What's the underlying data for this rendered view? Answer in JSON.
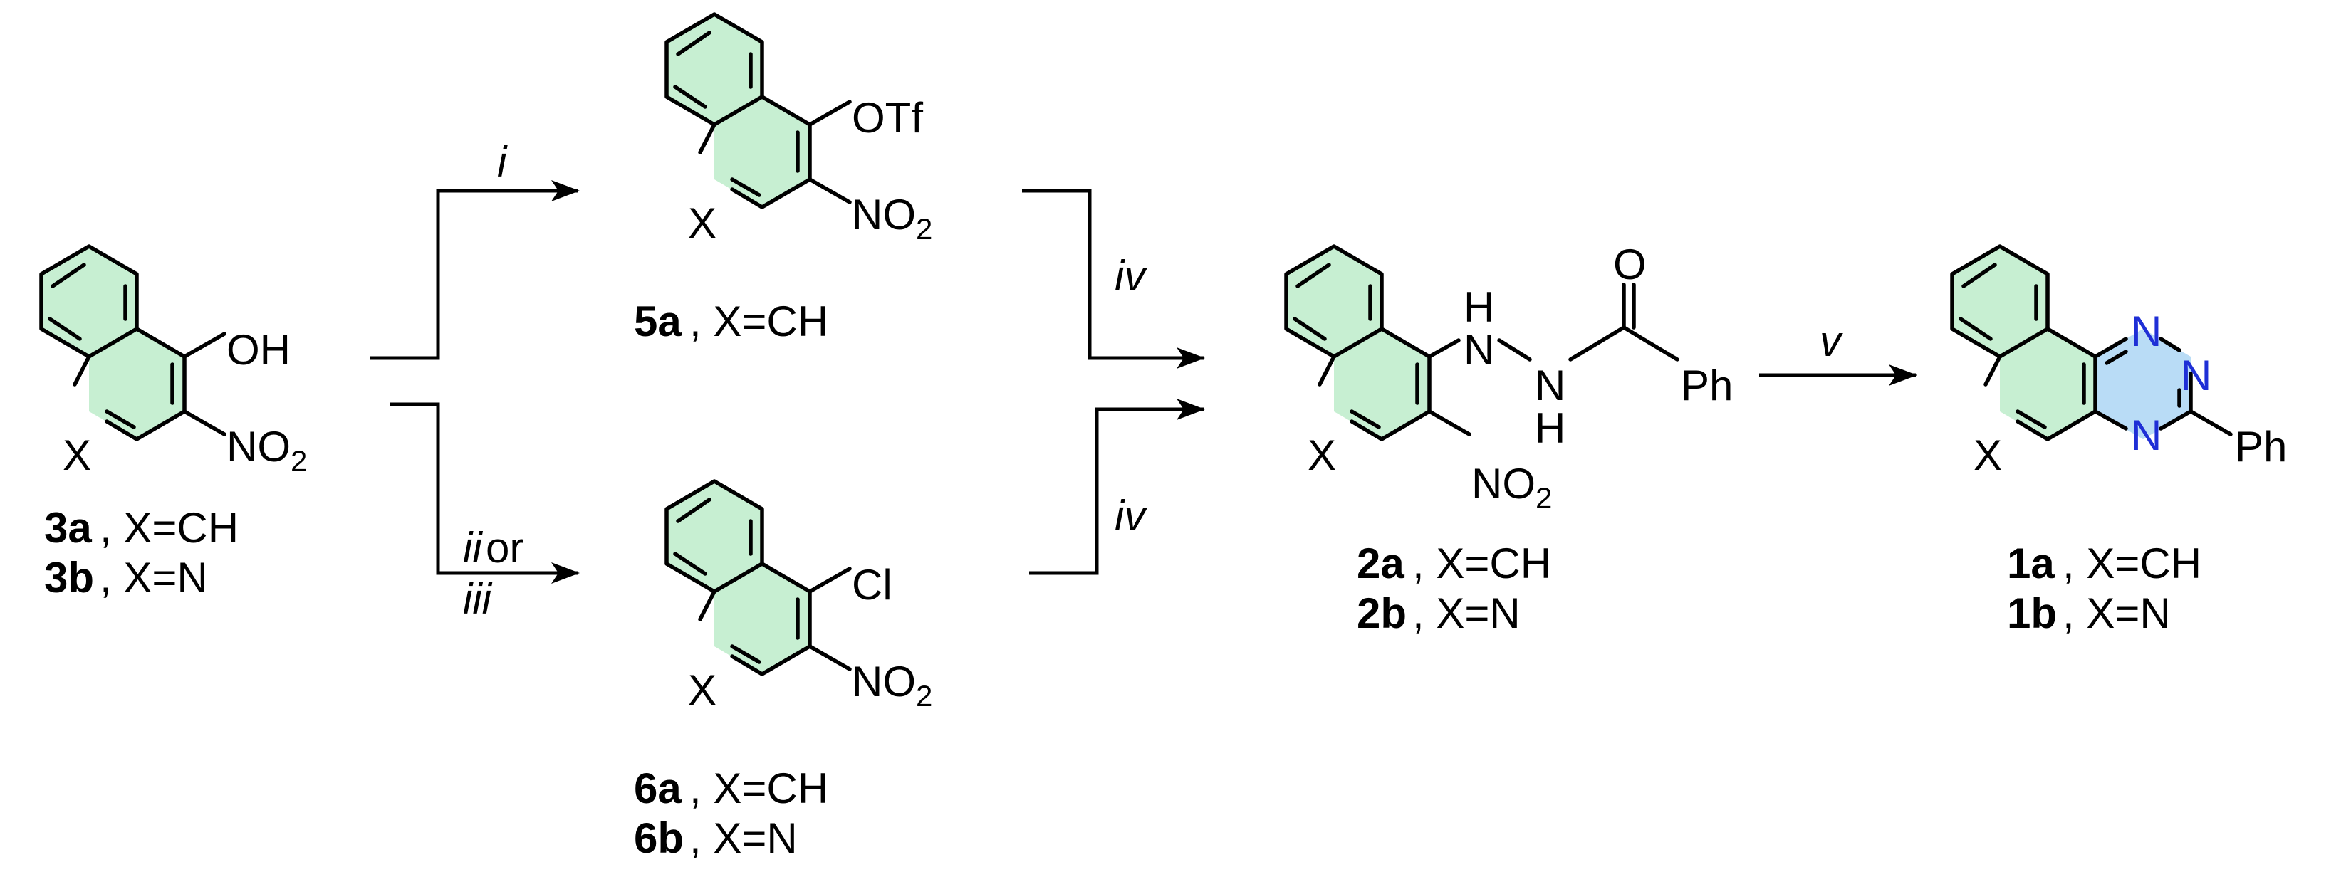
{
  "compounds": {
    "c3": {
      "sub1": "OH",
      "sub2": "NO",
      "sub2_sub": "2",
      "x": "X",
      "label1_num": "3a",
      "label1_rest": ", X=CH",
      "label2_num": "3b",
      "label2_rest": ", X=N"
    },
    "c5": {
      "sub1": "OTf",
      "sub2": "NO",
      "sub2_sub": "2",
      "x": "X",
      "label1_num": "5a",
      "label1_rest": ", X=CH"
    },
    "c6": {
      "sub1": "Cl",
      "sub2": "NO",
      "sub2_sub": "2",
      "x": "X",
      "label1_num": "6a",
      "label1_rest": ", X=CH",
      "label2_num": "6b",
      "label2_rest": ", X=N"
    },
    "c2": {
      "nh1": "H",
      "n1": "N",
      "n2": "N",
      "nh2": "H",
      "o": "O",
      "ph": "Ph",
      "sub2": "NO",
      "sub2_sub": "2",
      "x": "X",
      "label1_num": "2a",
      "label1_rest": ", X=CH",
      "label2_num": "2b",
      "label2_rest": ", X=N"
    },
    "c1": {
      "n1": "N",
      "n2": "N",
      "n3": "N",
      "ph": "Ph",
      "x": "X",
      "label1_num": "1a",
      "label1_rest": ", X=CH",
      "label2_num": "1b",
      "label2_rest": ", X=N"
    }
  },
  "conditions": {
    "i": "i",
    "ii": "ii",
    "or": " or",
    "iii": "iii",
    "iv_top": "iv",
    "iv_bottom": "iv",
    "v": "v"
  },
  "colors": {
    "ring_green": "#c7efd2",
    "ring_blue": "#b9dcf6",
    "nitrogen_blue": "#1f2fd6",
    "bond": "#000000"
  }
}
